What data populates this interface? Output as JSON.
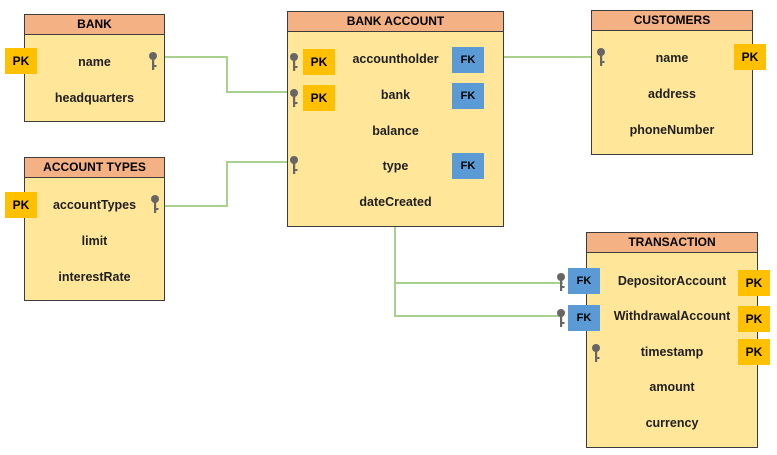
{
  "badges": {
    "pk": "PK",
    "fk": "FK"
  },
  "colors": {
    "header": "#f4b183",
    "body": "#ffe699",
    "pk": "#ffc000",
    "fk": "#5b9bd5",
    "connector": "#a9d18e"
  },
  "entities": {
    "bank": {
      "title": "BANK",
      "fields": [
        "name",
        "headquarters"
      ]
    },
    "account_types": {
      "title": "ACCOUNT TYPES",
      "fields": [
        "accountTypes",
        "limit",
        "interestRate"
      ]
    },
    "bank_account": {
      "title": "BANK ACCOUNT",
      "fields": [
        "accountholder",
        "bank",
        "balance",
        "type",
        "dateCreated"
      ]
    },
    "customers": {
      "title": "CUSTOMERS",
      "fields": [
        "name",
        "address",
        "phoneNumber"
      ]
    },
    "transaction": {
      "title": "TRANSACTION",
      "fields": [
        "DepositorAccount",
        "WithdrawalAccount",
        "timestamp",
        "amount",
        "currency"
      ]
    }
  }
}
